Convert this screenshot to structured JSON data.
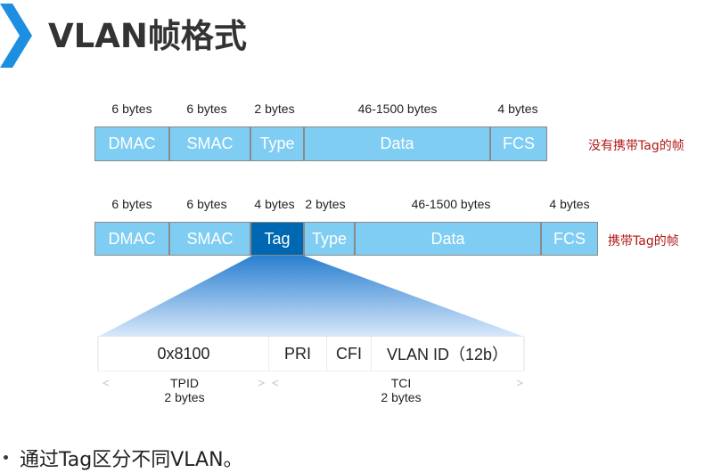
{
  "title": "VLAN帧格式",
  "frame_untagged": {
    "caption": "没有携带Tag的帧",
    "sizes": [
      "6 bytes",
      "6 bytes",
      "2 bytes",
      "46-1500 bytes",
      "4 bytes"
    ],
    "fields": [
      "DMAC",
      "SMAC",
      "Type",
      "Data",
      "FCS"
    ]
  },
  "frame_tagged": {
    "caption": "携带Tag的帧",
    "sizes": [
      "6 bytes",
      "6 bytes",
      "4 bytes",
      "2 bytes",
      "46-1500 bytes",
      "4 bytes"
    ],
    "fields": [
      "DMAC",
      "SMAC",
      "Tag",
      "Type",
      "Data",
      "FCS"
    ]
  },
  "tag_detail": {
    "fields": [
      "0x8100",
      "PRI",
      "CFI",
      "VLAN ID（12b）"
    ],
    "tpid_label": "TPID",
    "tpid_size": "2 bytes",
    "tci_label": "TCI",
    "tci_size": "2 bytes"
  },
  "bullet": "通过Tag区分不同VLAN。",
  "colors": {
    "field_fill": "#7fcdf2",
    "tag_fill": "#0068b2",
    "caption_red": "#b01818",
    "accent_blue": "#1e8fe0"
  }
}
